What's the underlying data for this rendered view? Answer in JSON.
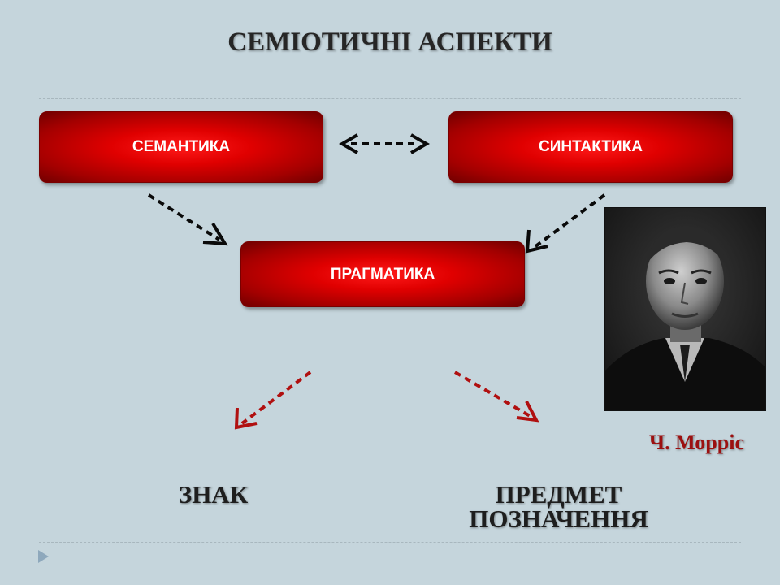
{
  "title": "СЕМІОТИЧНІ АСПЕКТИ",
  "boxes": {
    "semantics": "СЕМАНТИКА",
    "syntactics": "СИНТАКТИКА",
    "pragmatics": "ПРАГМАТИКА"
  },
  "portrait": {
    "caption": "Ч. Морріс"
  },
  "labels": {
    "sign": "ЗНАК",
    "object_line1": "ПРЕДМЕТ",
    "object_line2": "ПОЗНАЧЕННЯ"
  },
  "colors": {
    "background": "#c5d5dc",
    "box_red": "#e00000",
    "arrow_black": "#0a0a0a",
    "arrow_red": "#b01010",
    "caption_red": "#9c1010"
  },
  "icons": {
    "nav": "play-triangle-icon"
  }
}
